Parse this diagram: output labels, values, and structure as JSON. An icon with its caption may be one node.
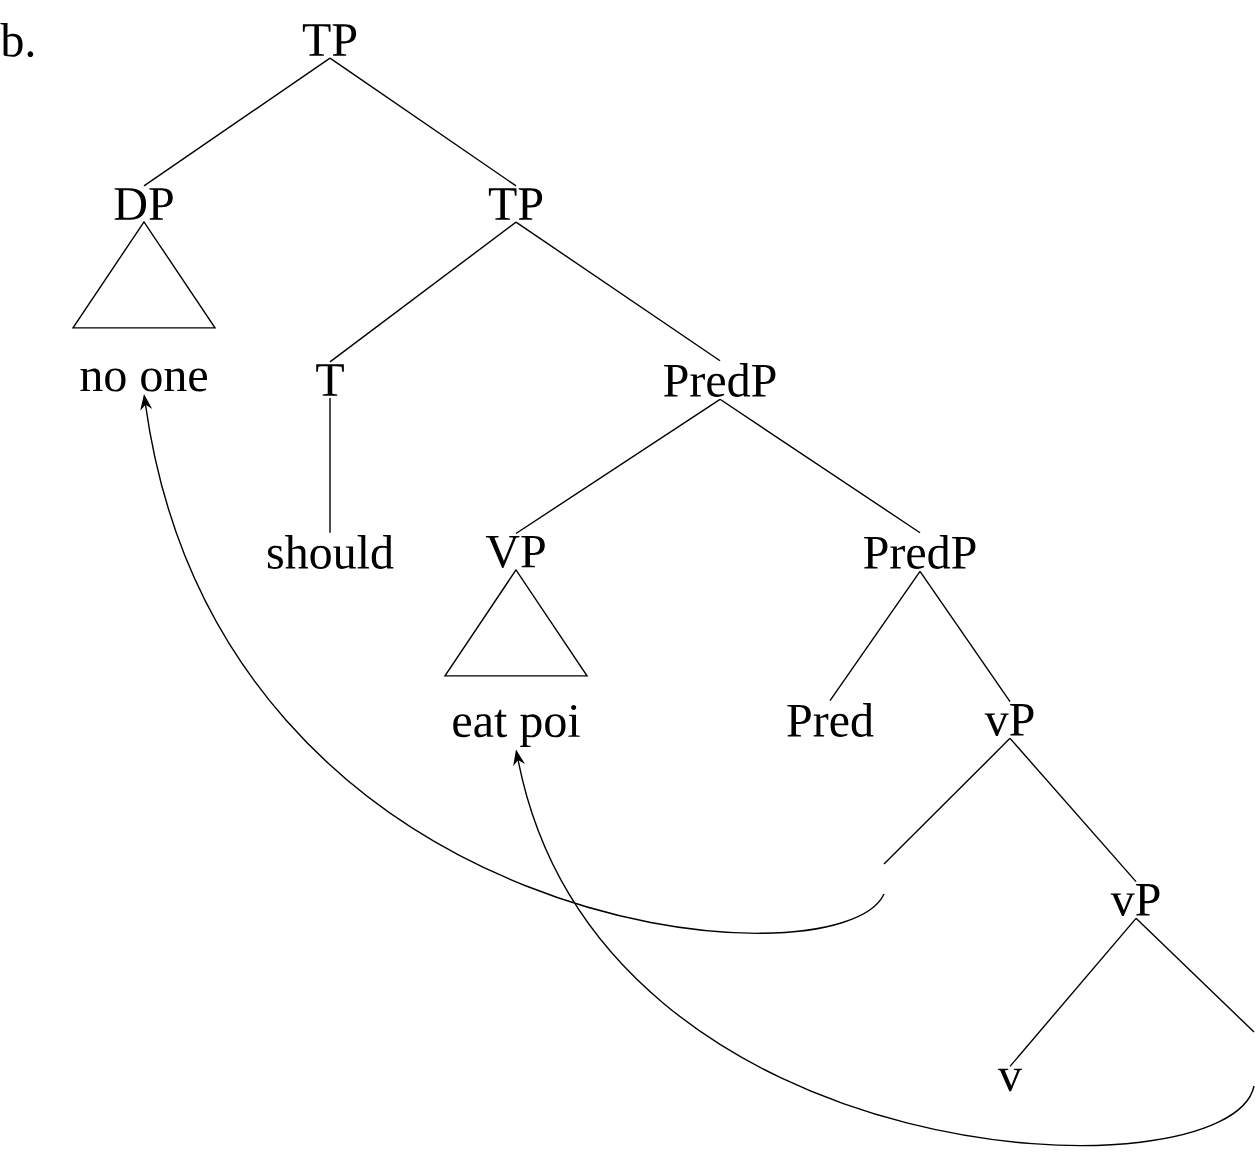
{
  "diagram": {
    "nodes": [
      {
        "text": [
          "TP"
        ]
      },
      {
        "text": [
          "DP"
        ]
      },
      {
        "text": [
          "TP"
        ]
      },
      {
        "text": [],
        "shape": "triangle"
      },
      {
        "text": [
          "no one"
        ]
      },
      {
        "text": [
          "T"
        ]
      },
      {
        "text": [
          "PredP"
        ]
      },
      {
        "text": [
          "should"
        ]
      },
      {
        "text": [
          "VP"
        ]
      },
      {
        "text": [
          "PredP"
        ]
      },
      {
        "text": [],
        "shape": "triangle"
      },
      {
        "text": [
          "eat poi"
        ]
      },
      {
        "text": [
          "Pred"
        ]
      },
      {
        "text": [
          "vP"
        ]
      },
      {
        "text": [
          "vP"
        ]
      },
      {
        "text": [
          "v"
        ]
      }
    ],
    "edges": [
      {
        "from": 0,
        "to": 1,
        "arrow": "none"
      },
      {
        "from": 0,
        "to": 2,
        "arrow": "none"
      },
      {
        "from": 2,
        "to": 5,
        "arrow": "none"
      },
      {
        "from": 2,
        "to": 6,
        "arrow": "none"
      },
      {
        "from": 5,
        "to": 7,
        "arrow": "none"
      },
      {
        "from": 6,
        "to": 8,
        "arrow": "none"
      },
      {
        "from": 6,
        "to": 9,
        "arrow": "none"
      },
      {
        "from": 9,
        "to": 12,
        "arrow": "none"
      },
      {
        "from": 9,
        "to": 13,
        "arrow": "none"
      },
      {
        "from": 13,
        "to": null,
        "arrow": "none"
      },
      {
        "from": 13,
        "to": 14,
        "arrow": "none"
      },
      {
        "from": 14,
        "to": 15,
        "arrow": "none"
      },
      {
        "from": 14,
        "to": null,
        "arrow": "none"
      },
      {
        "from": null,
        "to": 4,
        "arrow": "to"
      },
      {
        "from": null,
        "to": 11,
        "arrow": "to"
      }
    ],
    "labels": [
      "b."
    ]
  }
}
